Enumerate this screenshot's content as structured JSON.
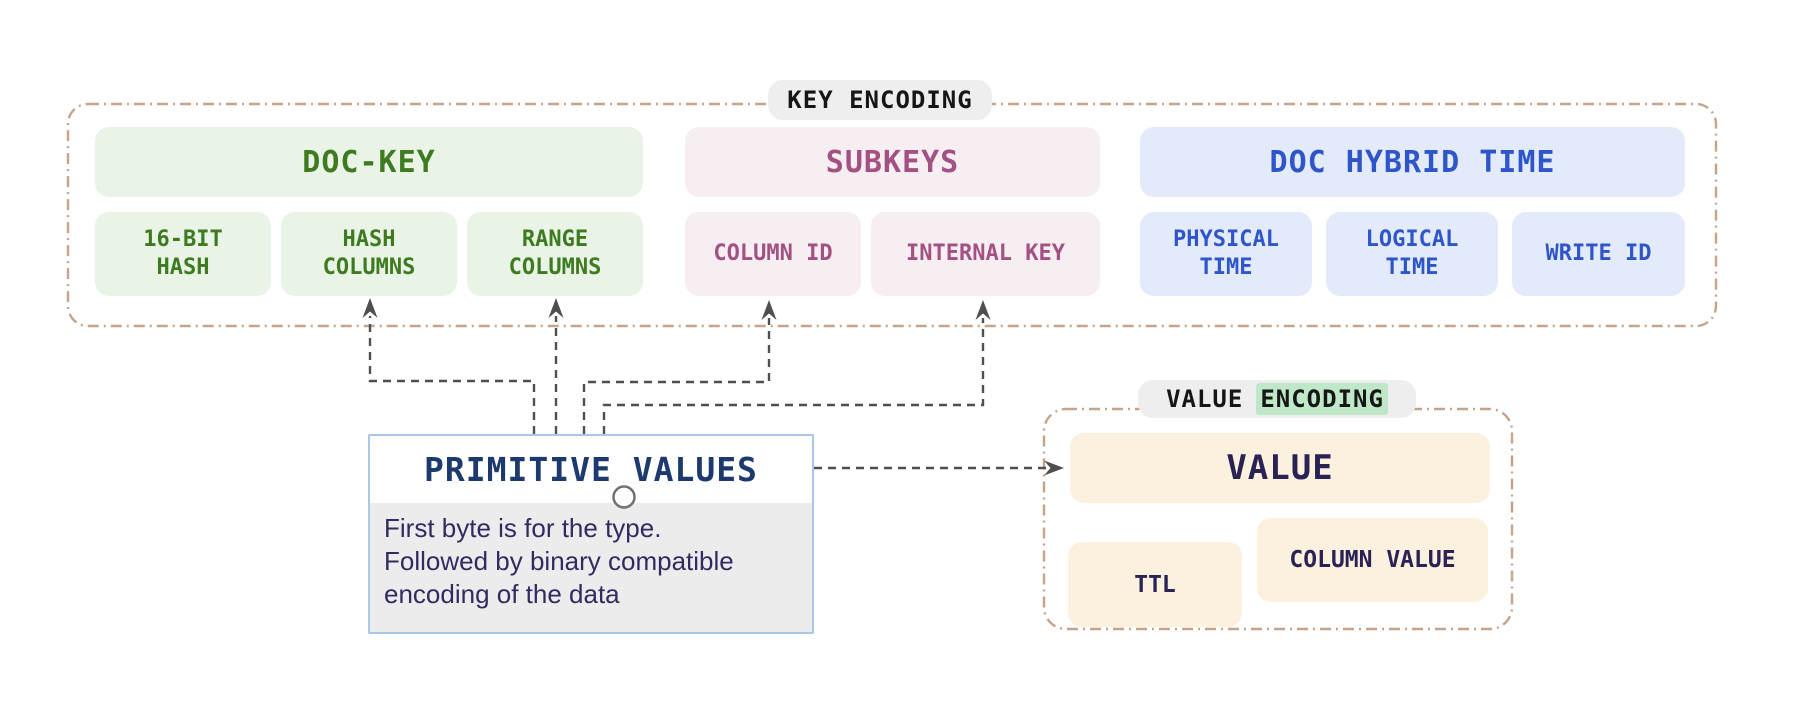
{
  "key_encoding": {
    "badge": "KEY ENCODING",
    "groups": [
      {
        "title": "DOC-KEY",
        "items": [
          {
            "lines": [
              "16-BIT",
              "HASH"
            ]
          },
          {
            "lines": [
              "HASH",
              "COLUMNS"
            ]
          },
          {
            "lines": [
              "RANGE",
              "COLUMNS"
            ]
          }
        ]
      },
      {
        "title": "SUBKEYS",
        "items": [
          {
            "lines": [
              "COLUMN ID"
            ]
          },
          {
            "lines": [
              "INTERNAL KEY"
            ]
          }
        ]
      },
      {
        "title": "DOC HYBRID TIME",
        "items": [
          {
            "lines": [
              "PHYSICAL",
              "TIME"
            ]
          },
          {
            "lines": [
              "LOGICAL",
              "TIME"
            ]
          },
          {
            "lines": [
              "WRITE ID"
            ]
          }
        ]
      }
    ]
  },
  "primitive_values": {
    "title": "PRIMITIVE VALUES",
    "description_lines": [
      "First byte is for the type.",
      "Followed by binary compatible",
      "encoding of the data"
    ]
  },
  "value_encoding": {
    "badge_prefix": "VALUE",
    "badge_highlight": "ENCODING",
    "value_label": "VALUE",
    "ttl_label": "TTL",
    "column_value_label": "COLUMN VALUE"
  },
  "colors": {
    "container_border_tan": "#c5a48c",
    "green_bg": "#e9f3e6",
    "green_text": "#3e7a1f",
    "pink_bg": "#f6eef1",
    "pink_text": "#a35183",
    "blue_bg": "#e3eafa",
    "blue_text": "#2e55c9",
    "cream_bg": "#fbf1de",
    "cream_text": "#2a2254",
    "badge_bg": "#eeeeee",
    "badge_highlight_bg": "#bfe8c9",
    "primitive_border": "#a9c7e9",
    "primitive_title_text": "#1c3a6e",
    "primitive_desc_bg": "#ececec",
    "primitive_desc_text": "#312b62",
    "connector_gray": "#4f4f4f"
  }
}
